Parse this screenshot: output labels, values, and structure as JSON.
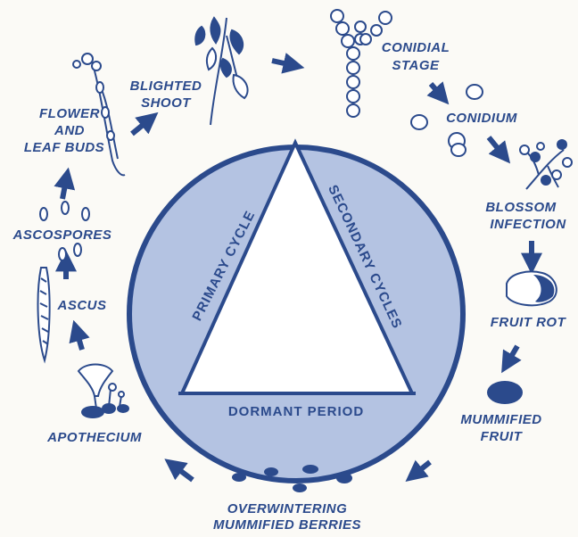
{
  "colors": {
    "ink": "#2b4a8c",
    "fill": "#b4c3e2",
    "paper": "#fbfaf6",
    "white": "#ffffff"
  },
  "center": {
    "primary": "PRIMARY CYCLE",
    "secondary": "SECONDARY CYCLES",
    "dormant": "DORMANT PERIOD"
  },
  "labels": {
    "flower_buds": [
      "FLOWER",
      "AND",
      "LEAF BUDS"
    ],
    "blighted_shoot": [
      "BLIGHTED",
      "SHOOT"
    ],
    "conidial_stage": [
      "CONIDIAL",
      "STAGE"
    ],
    "conidium": "CONIDIUM",
    "blossom_infection": [
      "BLOSSOM",
      "INFECTION"
    ],
    "fruit_rot": "FRUIT ROT",
    "mummified_fruit": [
      "MUMMIFIED",
      "FRUIT"
    ],
    "overwintering": [
      "OVERWINTERING",
      "MUMMIFIED BERRIES"
    ],
    "apothecium": "APOTHECIUM",
    "ascus": "ASCUS",
    "ascospores": "ASCOSPORES"
  },
  "icons": [
    "flower-bud-shoot-icon",
    "blighted-shoot-icon",
    "conidial-chain-icon",
    "conidium-spores-icon",
    "blossom-cluster-icon",
    "fruit-icon",
    "mummified-fruit-icon",
    "mummified-berries-icon",
    "apothecium-icon",
    "ascus-icon",
    "ascospores-icon"
  ]
}
